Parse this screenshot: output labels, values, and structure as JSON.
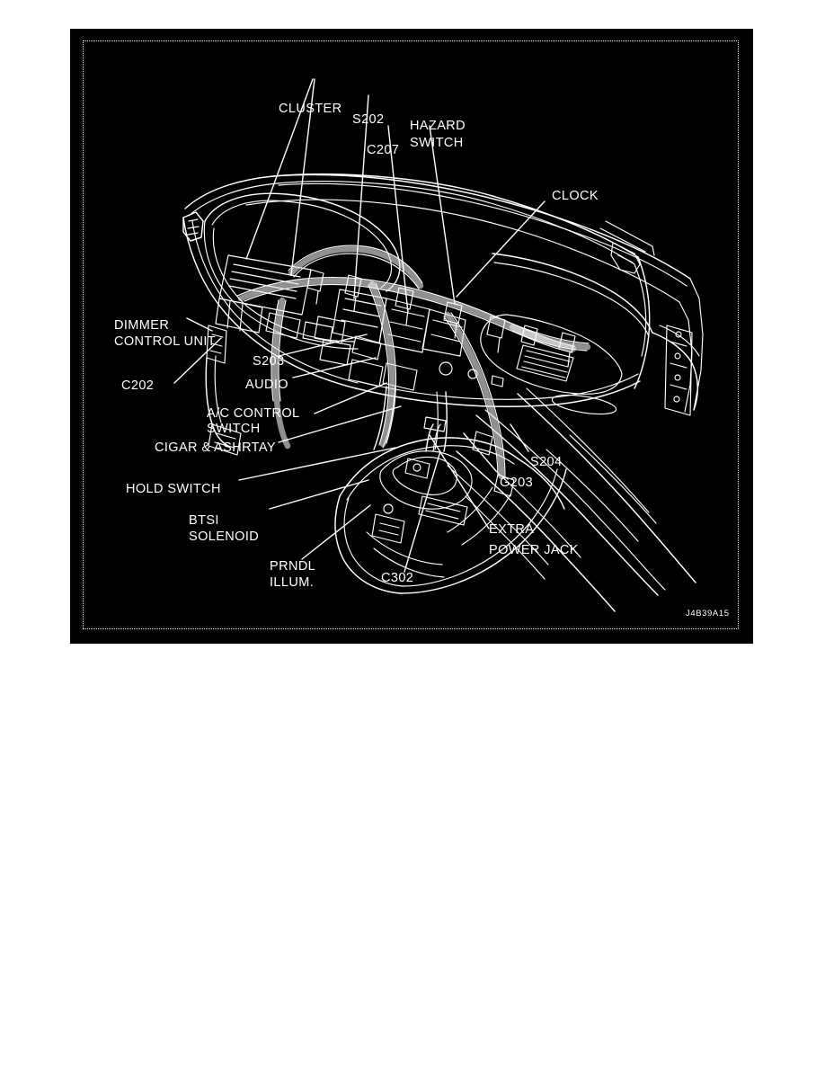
{
  "figure": {
    "id_code": "J4B39A15",
    "background_color": "#000000",
    "line_color": "#ffffff",
    "page_background": "#ffffff",
    "subject": "instrument-panel-wiring-harness-component-locations"
  },
  "callouts": [
    {
      "key": "cluster",
      "text": "CLUSTER",
      "lines": [
        "CLUSTER"
      ]
    },
    {
      "key": "s202",
      "text": "S202",
      "lines": [
        "S202"
      ]
    },
    {
      "key": "c207",
      "text": "C207",
      "lines": [
        "C207"
      ]
    },
    {
      "key": "hazard-switch",
      "text": "HAZARD SWITCH",
      "lines": [
        "HAZARD",
        "SWITCH"
      ]
    },
    {
      "key": "clock",
      "text": "CLOCK",
      "lines": [
        "CLOCK"
      ]
    },
    {
      "key": "dimmer-control-unit",
      "text": "DIMMER CONTROL UNIT",
      "lines": [
        "DIMMER",
        "CONTROL UNIT"
      ]
    },
    {
      "key": "c202",
      "text": "C202",
      "lines": [
        "C202"
      ]
    },
    {
      "key": "s203",
      "text": "S203",
      "lines": [
        "S203"
      ]
    },
    {
      "key": "audio",
      "text": "AUDIO",
      "lines": [
        "AUDIO"
      ]
    },
    {
      "key": "ac-control-switch",
      "text": "A/C CONTROL SWITCH",
      "lines": [
        "A/C CONTROL",
        "SWITCH"
      ]
    },
    {
      "key": "cigar-ashrtay",
      "text": "CIGAR & ASHRTAY",
      "lines": [
        "CIGAR & ASHRTAY"
      ]
    },
    {
      "key": "hold-switch",
      "text": "HOLD SWITCH",
      "lines": [
        "HOLD SWITCH"
      ]
    },
    {
      "key": "btsi-solenoid",
      "text": "BTSI SOLENOID",
      "lines": [
        "BTSI",
        "SOLENOID"
      ]
    },
    {
      "key": "prndl-illum",
      "text": "PRNDL ILLUM.",
      "lines": [
        "PRNDL",
        "ILLUM."
      ]
    },
    {
      "key": "c302",
      "text": "C302",
      "lines": [
        "C302"
      ]
    },
    {
      "key": "extra-power-jack",
      "text": "EXTRA POWER JACK",
      "lines": [
        "EXTRA",
        "POWER JACK"
      ]
    },
    {
      "key": "g203",
      "text": "G203",
      "lines": [
        "G203"
      ]
    },
    {
      "key": "s204",
      "text": "S204",
      "lines": [
        "S204"
      ]
    }
  ],
  "labels": {
    "cluster": "CLUSTER",
    "s202": "S202",
    "c207": "C207",
    "hazard_1": "HAZARD",
    "hazard_2": "SWITCH",
    "clock": "CLOCK",
    "dimmer_1": "DIMMER",
    "dimmer_2": "CONTROL UNIT",
    "c202": "C202",
    "s203": "S203",
    "audio": "AUDIO",
    "ac_1": "A/C CONTROL",
    "ac_2": "SWITCH",
    "cigar": "CIGAR & ASHRTAY",
    "hold_switch": "HOLD SWITCH",
    "btsi_1": "BTSI",
    "btsi_2": "SOLENOID",
    "prndl_1": "PRNDL",
    "prndl_2": "ILLUM.",
    "c302": "C302",
    "extra_1": "EXTRA",
    "extra_2": "POWER JACK",
    "g203": "G203",
    "s204": "S204",
    "id_code": "J4B39A15"
  }
}
